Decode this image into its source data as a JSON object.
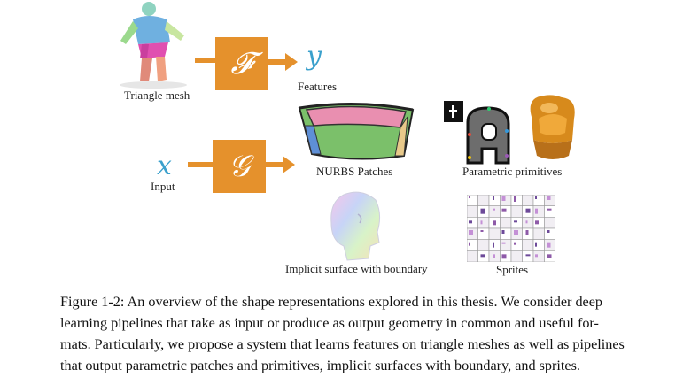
{
  "figure": {
    "labels": {
      "triangle_mesh": "Triangle mesh",
      "features": "Features",
      "input": "Input",
      "nurbs": "NURBS Patches",
      "parametric": "Parametric primitives",
      "implicit": "Implicit surface with boundary",
      "sprites": "Sprites"
    },
    "symbols": {
      "f_op": "𝓕",
      "g_op": "𝒢",
      "y": "y",
      "x": "x"
    },
    "colors": {
      "operator_box": "#e5912c",
      "math_symbol": "#3aa0cc",
      "arrow": "#e5912c"
    }
  },
  "caption": {
    "lines": [
      "Figure 1-2: An overview of the shape representations explored in this thesis. We consider deep",
      "learning pipelines that take as input or produce as output geometry in common and useful for-",
      "mats. Particularly, we propose a system that learns features on triangle meshes as well as pipelines",
      "that output parametric patches and primitives, implicit surfaces with boundary, and sprites."
    ]
  }
}
